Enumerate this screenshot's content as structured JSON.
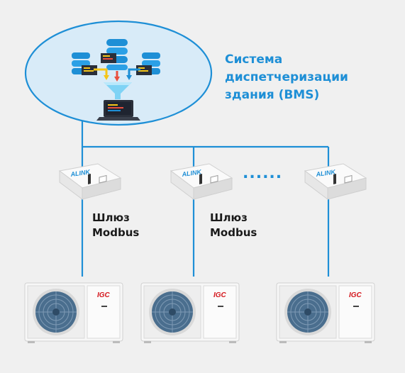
{
  "bms": {
    "title_lines": [
      "Система",
      "диспетчеризации",
      "здания (BMS)"
    ]
  },
  "gateways": [
    {
      "brand": "ALINK",
      "label_lines": [
        "Шлюз",
        "Modbus"
      ]
    },
    {
      "brand": "ALINK",
      "label_lines": [
        "Шлюз",
        "Modbus"
      ]
    },
    {
      "brand": "ALINK"
    }
  ],
  "ellipsis": "......",
  "outdoor_units": [
    {
      "brand": "IGC"
    },
    {
      "brand": "IGC"
    },
    {
      "brand": "IGC"
    }
  ],
  "colors": {
    "accent": "#1e8fd6",
    "line": "#1e8fd6",
    "cloud_fill": "#d8ebf8",
    "brand_red": "#d4161c"
  },
  "icons": [
    "database-icon",
    "laptop-icon",
    "funnel-icon"
  ]
}
